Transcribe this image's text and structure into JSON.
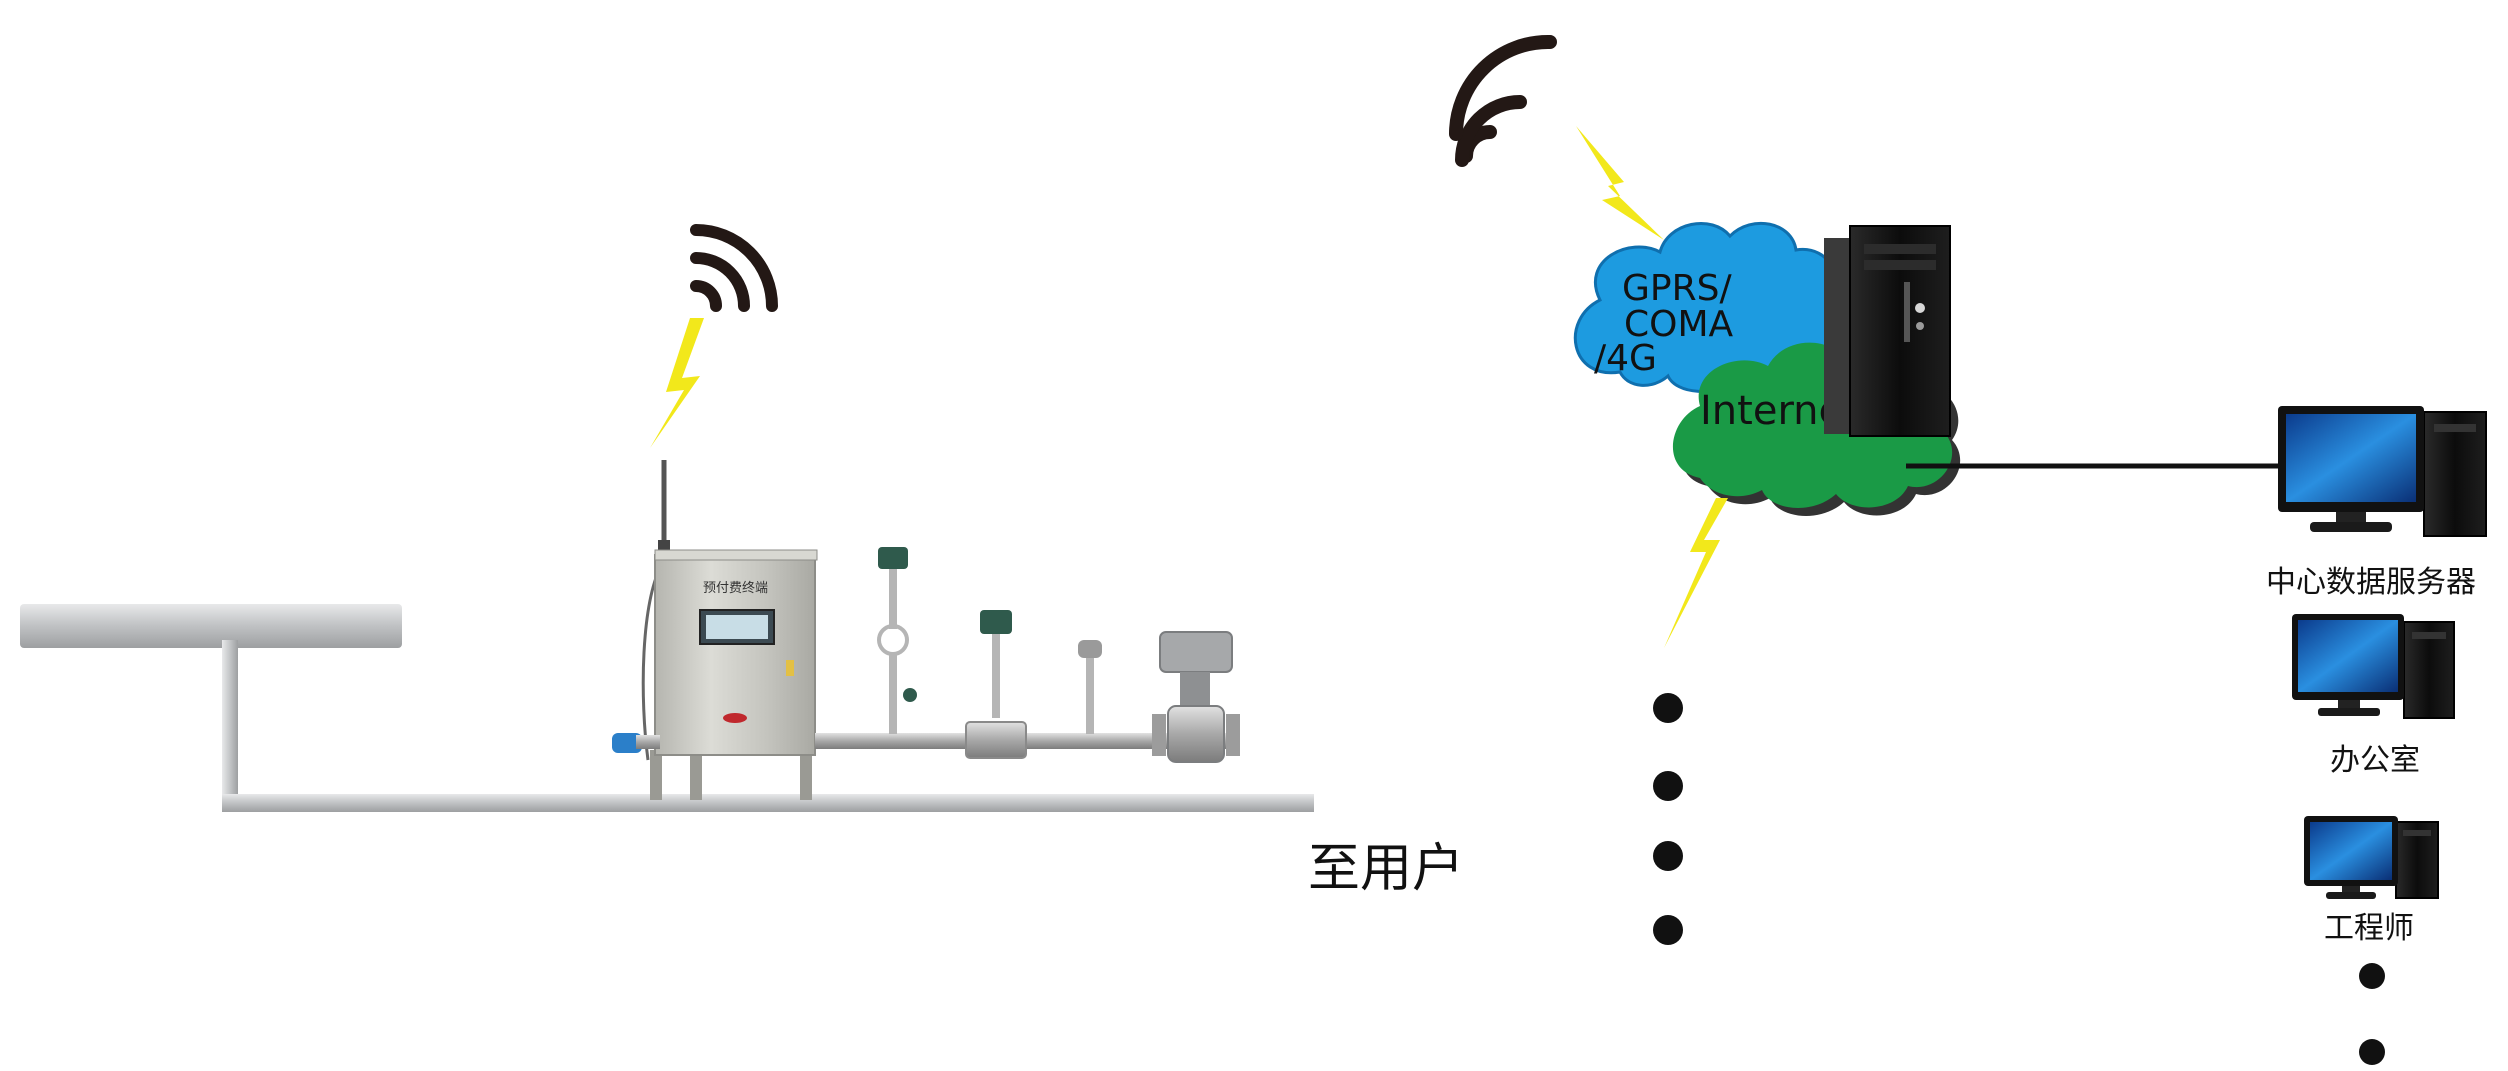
{
  "clouds": {
    "wireless": {
      "line1": "GPRS/",
      "line2": "COMA",
      "line3": "/4G"
    },
    "internet": {
      "label": "Internet"
    }
  },
  "terminal": {
    "panel_title": "预付费终端"
  },
  "pipeline": {
    "destination_label": "至用户"
  },
  "workstations": [
    {
      "label": "中心数据服务器"
    },
    {
      "label": "办公室"
    },
    {
      "label": "工程师"
    }
  ],
  "colors": {
    "wireless_cloud": "#1d9be0",
    "internet_cloud": "#1a9a46",
    "lightning": "#f2e81b",
    "signal_arcs": "#231815",
    "pipe": "#c9cbcd",
    "cabinet": "#c7c7c2",
    "screen": "#1679c9"
  }
}
